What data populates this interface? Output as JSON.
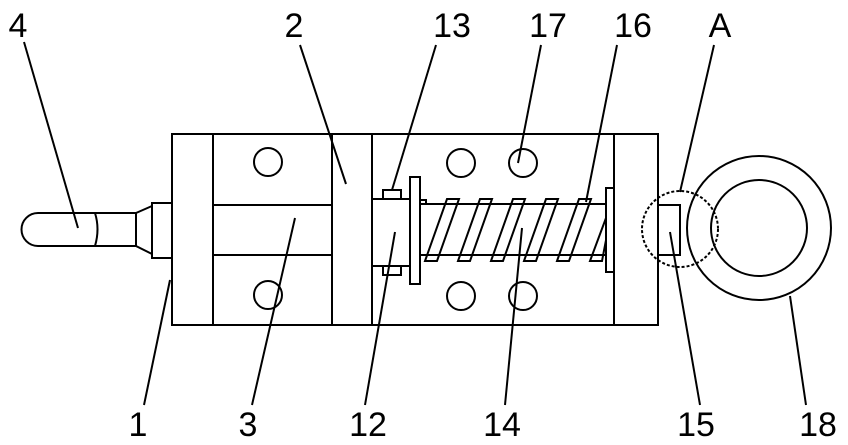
{
  "figure": {
    "labels": {
      "l1": "1",
      "l2": "2",
      "l3": "3",
      "l4": "4",
      "l12": "12",
      "l13": "13",
      "l14": "14",
      "l15": "15",
      "l16": "16",
      "l17": "17",
      "l18": "18",
      "lA": "A"
    }
  }
}
